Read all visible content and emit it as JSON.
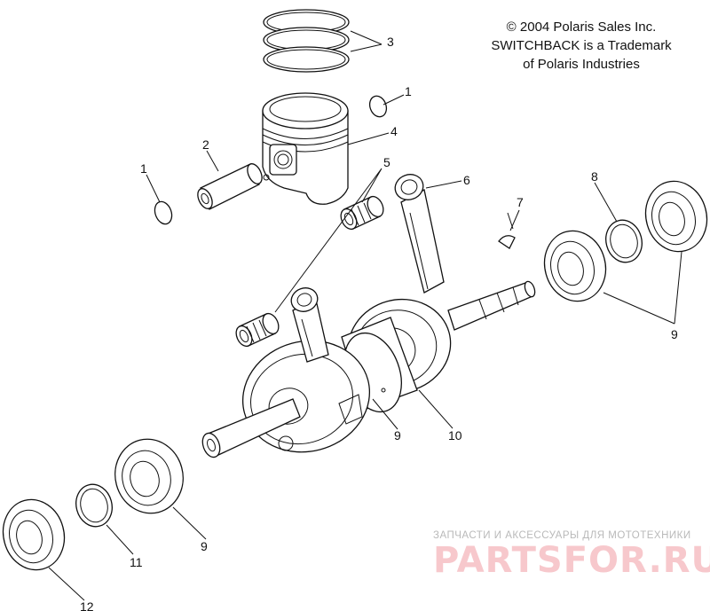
{
  "copyright": {
    "line1": "© 2004 Polaris Sales Inc.",
    "line2": "SWITCHBACK is a Trademark",
    "line3": "of Polaris Industries"
  },
  "callouts": {
    "c1a": "1",
    "c1b": "1",
    "c2": "2",
    "c3": "3",
    "c4": "4",
    "c5": "5",
    "c6": "6",
    "c7": "7",
    "c8": "8",
    "c9a": "9",
    "c9b": "9",
    "c9c": "9",
    "c10": "10",
    "c11": "11",
    "c12": "12"
  },
  "watermark": {
    "tagline": "ЗАПЧАСТИ И АКСЕССУАРЫ ДЛЯ МОТОТЕХНИКИ",
    "brand": "PARTSFOR.RU"
  }
}
